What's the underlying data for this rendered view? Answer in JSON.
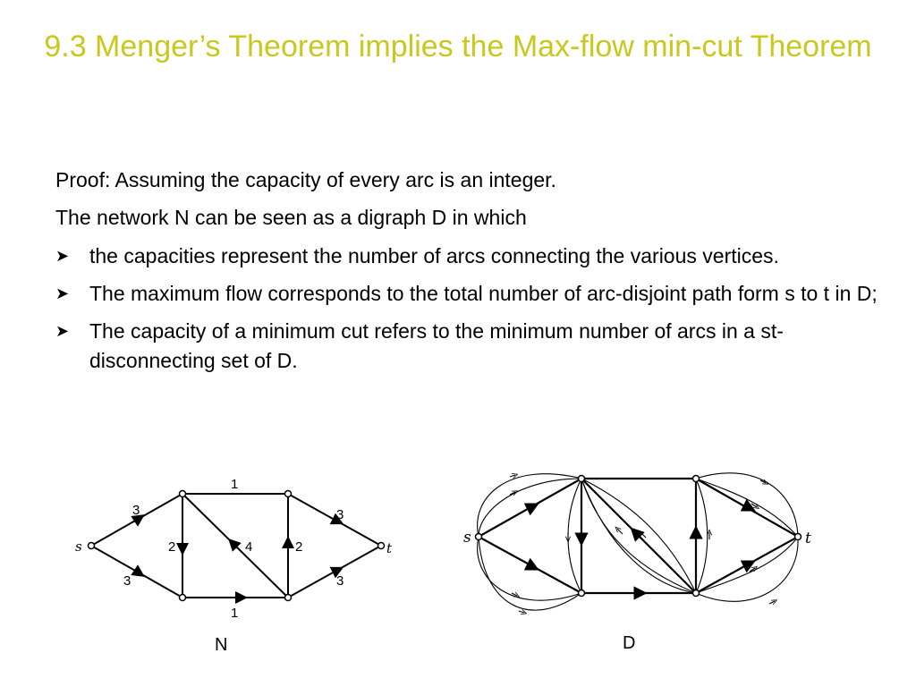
{
  "title": "9.3 Menger’s Theorem implies the Max-flow min-cut Theorem",
  "body": {
    "line1": "Proof: Assuming the capacity of every arc is an integer.",
    "line2": "The  network N can be seen as a digraph D in which",
    "bullets": [
      " the capacities represent the number of arcs connecting the various vertices.",
      "The maximum flow corresponds to the total number of arc-disjoint path form s to t in D;",
      "The capacity of a minimum cut refers to the minimum number of arcs in a st-disconnecting set of D."
    ]
  },
  "bullet_icon": "arrowhead-bullet",
  "figure_n": {
    "caption": "N",
    "nodes": {
      "s": "s",
      "t": "t"
    },
    "capacities": {
      "s_a": "3",
      "s_b": "3",
      "a_c": "1",
      "b_d": "1",
      "c_t": "3",
      "d_t": "3",
      "a_b": "2",
      "d_c": "2",
      "d_a": "4"
    }
  },
  "figure_d": {
    "caption": "D",
    "nodes": {
      "s": "s",
      "t": "t"
    }
  }
}
